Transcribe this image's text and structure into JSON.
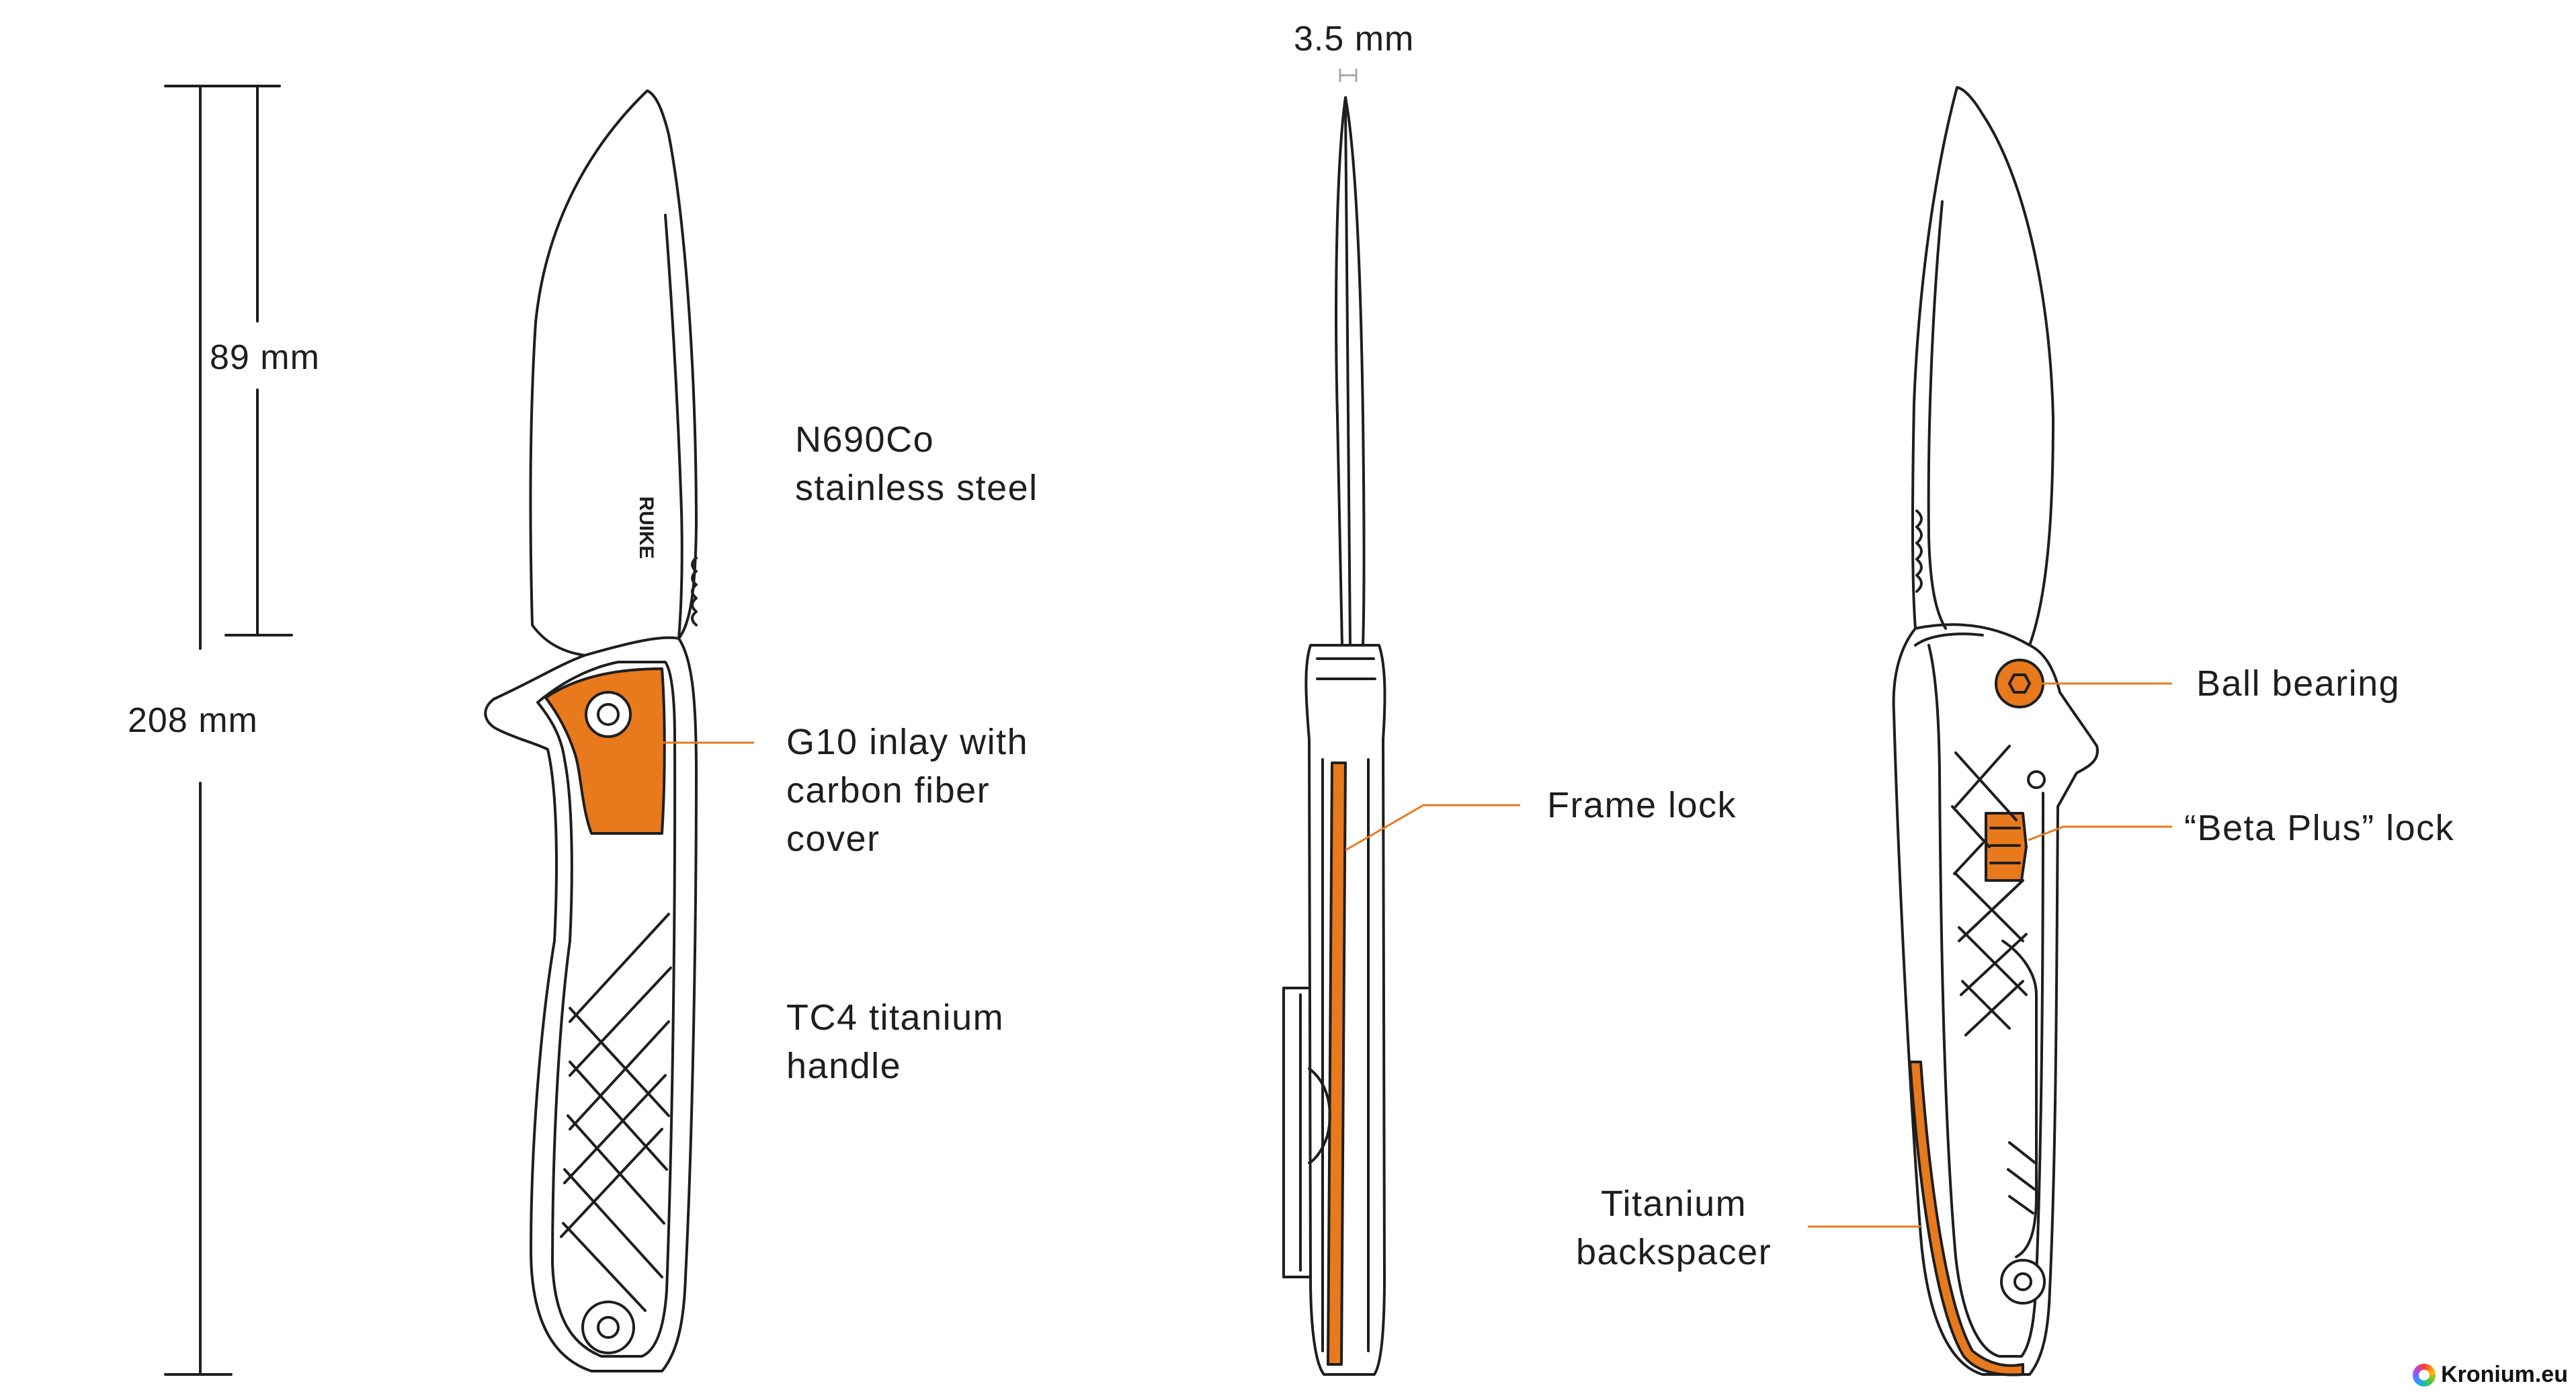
{
  "dimensions": {
    "blade_length": "89 mm",
    "overall_length": "208 mm",
    "blade_thickness": "3.5 mm"
  },
  "blade_logo": "RUIKE",
  "callouts": {
    "blade_steel": [
      "N690Co",
      "stainless steel"
    ],
    "inlay": [
      "G10 inlay with",
      "carbon fiber",
      "cover"
    ],
    "handle": [
      "TC4 titanium",
      "handle"
    ],
    "frame_lock": "Frame lock",
    "ball_bearing": "Ball bearing",
    "beta_lock": "“Beta Plus” lock",
    "backspacer": [
      "Titanium",
      "backspacer"
    ]
  },
  "watermark": "Kronium.eu",
  "colors": {
    "accent": "#e8791d",
    "line": "#1e1e1e",
    "leader": "#e8791d"
  }
}
